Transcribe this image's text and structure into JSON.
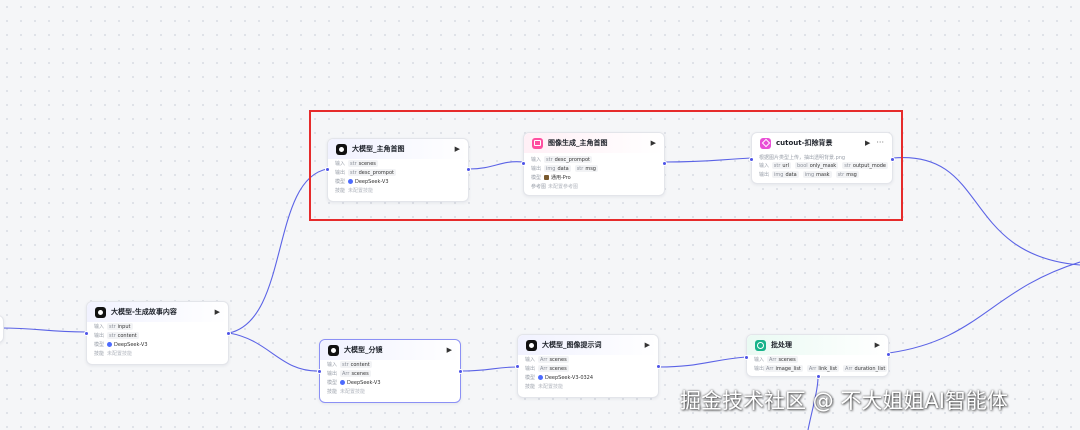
{
  "labels": {
    "input": "输入",
    "output": "输出",
    "model": "模型",
    "skill": "技能"
  },
  "nodes": {
    "hero_llm": {
      "title": "大模型_主角首图",
      "input": "scenes",
      "output": "desc_prompot",
      "model": "DeepSeek-V3",
      "skill": "未配置技能"
    },
    "hero_image": {
      "title": "图像生成_主角首图",
      "input": "desc_prompot",
      "outputs": [
        "data",
        "msg"
      ],
      "model": "通用-Pro",
      "ref_label": "参考图",
      "ref_value": "未配置参考图"
    },
    "cutout": {
      "title": "cutout-扣除背景",
      "desc": "根据图片类型上传，抽出透明背景.png",
      "inputs": [
        "url",
        "only_mask",
        "output_mode"
      ],
      "outputs": [
        "data",
        "mask",
        "msg"
      ]
    },
    "story": {
      "title": "大模型-生成故事内容",
      "input": "input",
      "output": "content",
      "model": "DeepSeek-V3",
      "skill": "未配置技能"
    },
    "storyboard": {
      "title": "大模型_分镜",
      "input": "content",
      "output": "scenes",
      "model": "DeepSeek-V3",
      "skill": "未配置技能"
    },
    "image_prompt": {
      "title": "大模型_图像提示词",
      "input": "scenes",
      "output": "scenes",
      "model": "DeepSeek-V3-0324",
      "skill": "未配置技能"
    },
    "batch": {
      "title": "批处理",
      "input": "scenes",
      "outputs": [
        "image_list",
        "link_list",
        "duration_list"
      ]
    }
  },
  "types": {
    "str": "str",
    "arr": "Arr",
    "img": "img",
    "bool": "bool"
  },
  "watermark": "掘金技术社区 @ 不大姐姐AI智能体",
  "colors": {
    "edge": "#5b63e6",
    "highlight": "#e62b2b",
    "selected_border": "#8b90f5"
  }
}
